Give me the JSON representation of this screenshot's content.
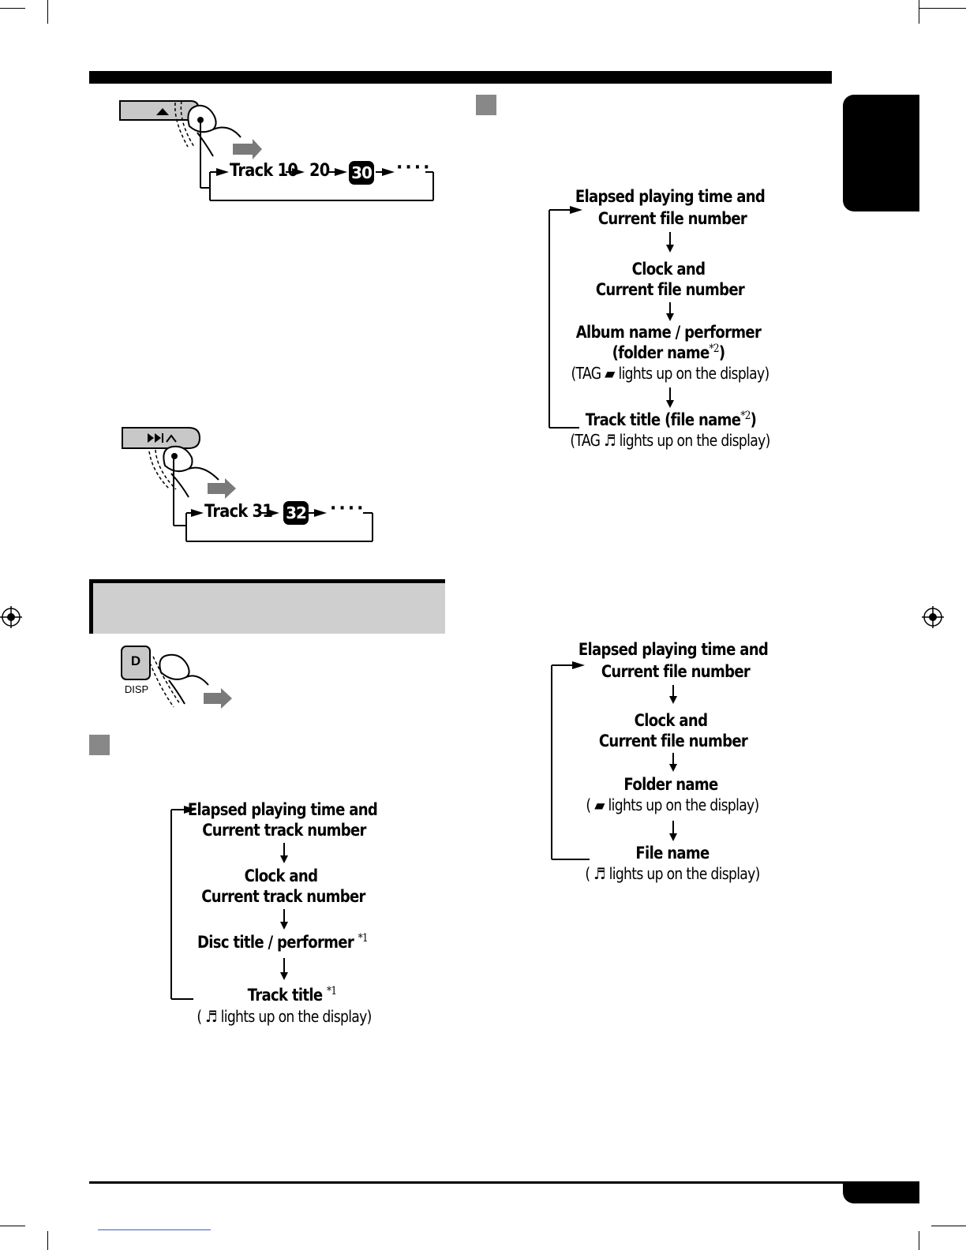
{
  "seek_diagram_1": {
    "track_label": "Track 10",
    "step_2": "20",
    "step_3": "30",
    "continuation": "····"
  },
  "seek_diagram_2": {
    "track_label": "Track 31",
    "step_2": "32",
    "continuation": "····"
  },
  "disp_button": {
    "key_letter": "D",
    "key_caption": "DISP"
  },
  "flow_cd": {
    "step1_line1": "Elapsed playing time and",
    "step1_line2": "Current track number",
    "step2_line1": "Clock and",
    "step2_line2": "Current track number",
    "step3_line1": "Disc title / performer",
    "step3_sup": "*1",
    "step4_line1": "Track title",
    "step4_sup": "*1",
    "step4_note": "( ♬ lights up on the display)"
  },
  "flow_mp3_tag": {
    "step1_line1": "Elapsed playing time and",
    "step1_line2": "Current file number",
    "step2_line1": "Clock and",
    "step2_line2": "Current file number",
    "step3_line1": "Album name / performer",
    "step3_line2": "(folder name",
    "step3_sup": "*2",
    "step3_close": ")",
    "step3_note": "(TAG ▰ lights up on the display)",
    "step4_line1": "Track title (file name",
    "step4_sup": "*2",
    "step4_close": ")",
    "step4_note": "(TAG ♬ lights up on the display)"
  },
  "flow_mp3_notag": {
    "step1_line1": "Elapsed playing time and",
    "step1_line2": "Current file number",
    "step2_line1": "Clock and",
    "step2_line2": "Current file number",
    "step3_line1": "Folder name",
    "step3_note": "( ▰ lights up on the display)",
    "step4_line1": "File name",
    "step4_note": "( ♬ lights up on the display)"
  },
  "colors": {
    "header_bar": "#000000",
    "section_band": "#cfcfcf",
    "square_marker": "#888888",
    "button_gray": "#c8c8c8"
  }
}
